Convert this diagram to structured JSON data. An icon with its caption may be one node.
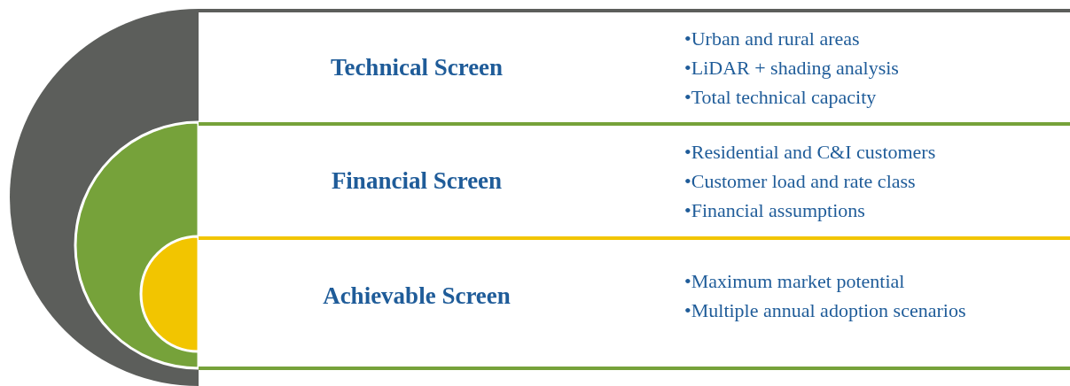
{
  "diagram": {
    "nodes": [
      {
        "text": [
          "Technical Screen",
          "•Urban and rural areas",
          "•LiDAR + shading analysis",
          "•Total technical capacity"
        ]
      },
      {
        "text": [
          "Financial Screen",
          "•Residential and C&I customers",
          "•Customer load and rate class",
          "•Financial assumptions"
        ]
      },
      {
        "text": [
          "Achievable Screen",
          "•Maximum market potential",
          "•Multiple annual adoption scenarios"
        ]
      }
    ]
  }
}
